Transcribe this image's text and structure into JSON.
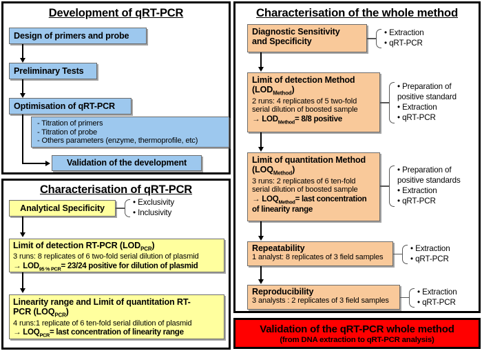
{
  "colors": {
    "blue": "#9dc8ee",
    "yellow": "#ffff9e",
    "orange": "#f9c99a",
    "red": "#ff0000",
    "border": "#000000"
  },
  "panels": {
    "development": {
      "title": "Development of qRT-PCR",
      "boxes": {
        "design": {
          "label": "Design of primers and probe"
        },
        "preliminary": {
          "label": "Preliminary Tests"
        },
        "optimisation": {
          "label": "Optimisation of qRT-PCR"
        },
        "parameters": {
          "lines": [
            "- Titration of primers",
            "- Titration of probe",
            "- Others parameters (enzyme, thermoprofile, etc)"
          ]
        },
        "validation": {
          "label": "Validation of the development"
        }
      }
    },
    "characterisation": {
      "title": "Characterisation of qRT-PCR",
      "boxes": {
        "analytical_specificity": {
          "label": "Analytical Specificity",
          "bullets": [
            "• Exclusivity",
            "• Inclusivity"
          ]
        },
        "lod_pcr": {
          "heading_pre": "Limit of detection RT-PCR (LOD",
          "heading_sub": "PCR",
          "heading_post": ")",
          "detail": "3 runs: 8 replicates of 6 two-fold serial dilution of plasmid",
          "result_pre": "→ LOD",
          "result_sub": "95 % PCR",
          "result_post": "= 23/24 positive for dilution of plasmid"
        },
        "loq_pcr": {
          "heading_line1": "Linearity range and Limit of quantitation RT-",
          "heading_line2_pre": "PCR (LOQ",
          "heading_sub": "PCR",
          "heading_line2_post": ")",
          "detail": "4 runs:1 replicate of 6 ten-fold serial dilution of plasmid",
          "result_pre": "→ LOQ",
          "result_sub": "PCR",
          "result_post": "= last concentration of linearity range"
        }
      }
    },
    "whole_method": {
      "title": "Characterisation of the whole method",
      "boxes": {
        "diagnostic": {
          "line1": "Diagnostic Sensitivity",
          "line2": "and Specificity",
          "bullets": [
            "• Extraction",
            "• qRT-PCR"
          ]
        },
        "lod_method": {
          "heading_line1": "Limit of detection Method",
          "heading_line2_pre": "(LOD",
          "heading_sub": "Method",
          "heading_line2_post": ")",
          "detail_line1": "2 runs: 4 replicates of 5 two-fold",
          "detail_line2": "serial dilution of boosted sample",
          "result_pre": "→ LOD",
          "result_sub": "Method",
          "result_post": "= 8/8 positive",
          "bullets": [
            "• Preparation of",
            "positive standard",
            "• Extraction",
            "• qRT-PCR"
          ]
        },
        "loq_method": {
          "heading_line1": "Limit of quantitation Method",
          "heading_line2_pre": "(LOQ",
          "heading_sub": "Method",
          "heading_line2_post": ")",
          "detail_line1": "3 runs: 2 replicates of 6 ten-fold",
          "detail_line2": "serial dilution of boosted sample",
          "result_pre": "→ LOQ",
          "result_sub": "Method",
          "result_post": "= last concentration",
          "result_line2": "of linearity range",
          "bullets": [
            "• Preparation of",
            "positive standards",
            "• Extraction",
            "• qRT-PCR"
          ]
        },
        "repeatability": {
          "heading": "Repeatability",
          "detail": "1 analyst: 8 replicates of 3 field samples",
          "bullets": [
            "• Extraction",
            "• qRT-PCR"
          ]
        },
        "reproducibility": {
          "heading": "Reproducibility",
          "detail": "3 analysts : 2 replicates of 3 field samples",
          "bullets": [
            "• Extraction",
            "• qRT-PCR"
          ]
        }
      }
    }
  },
  "banner": {
    "line1": "Validation of the qRT-PCR whole method",
    "line2": "(from DNA extraction to qRT-PCR analysis)"
  }
}
